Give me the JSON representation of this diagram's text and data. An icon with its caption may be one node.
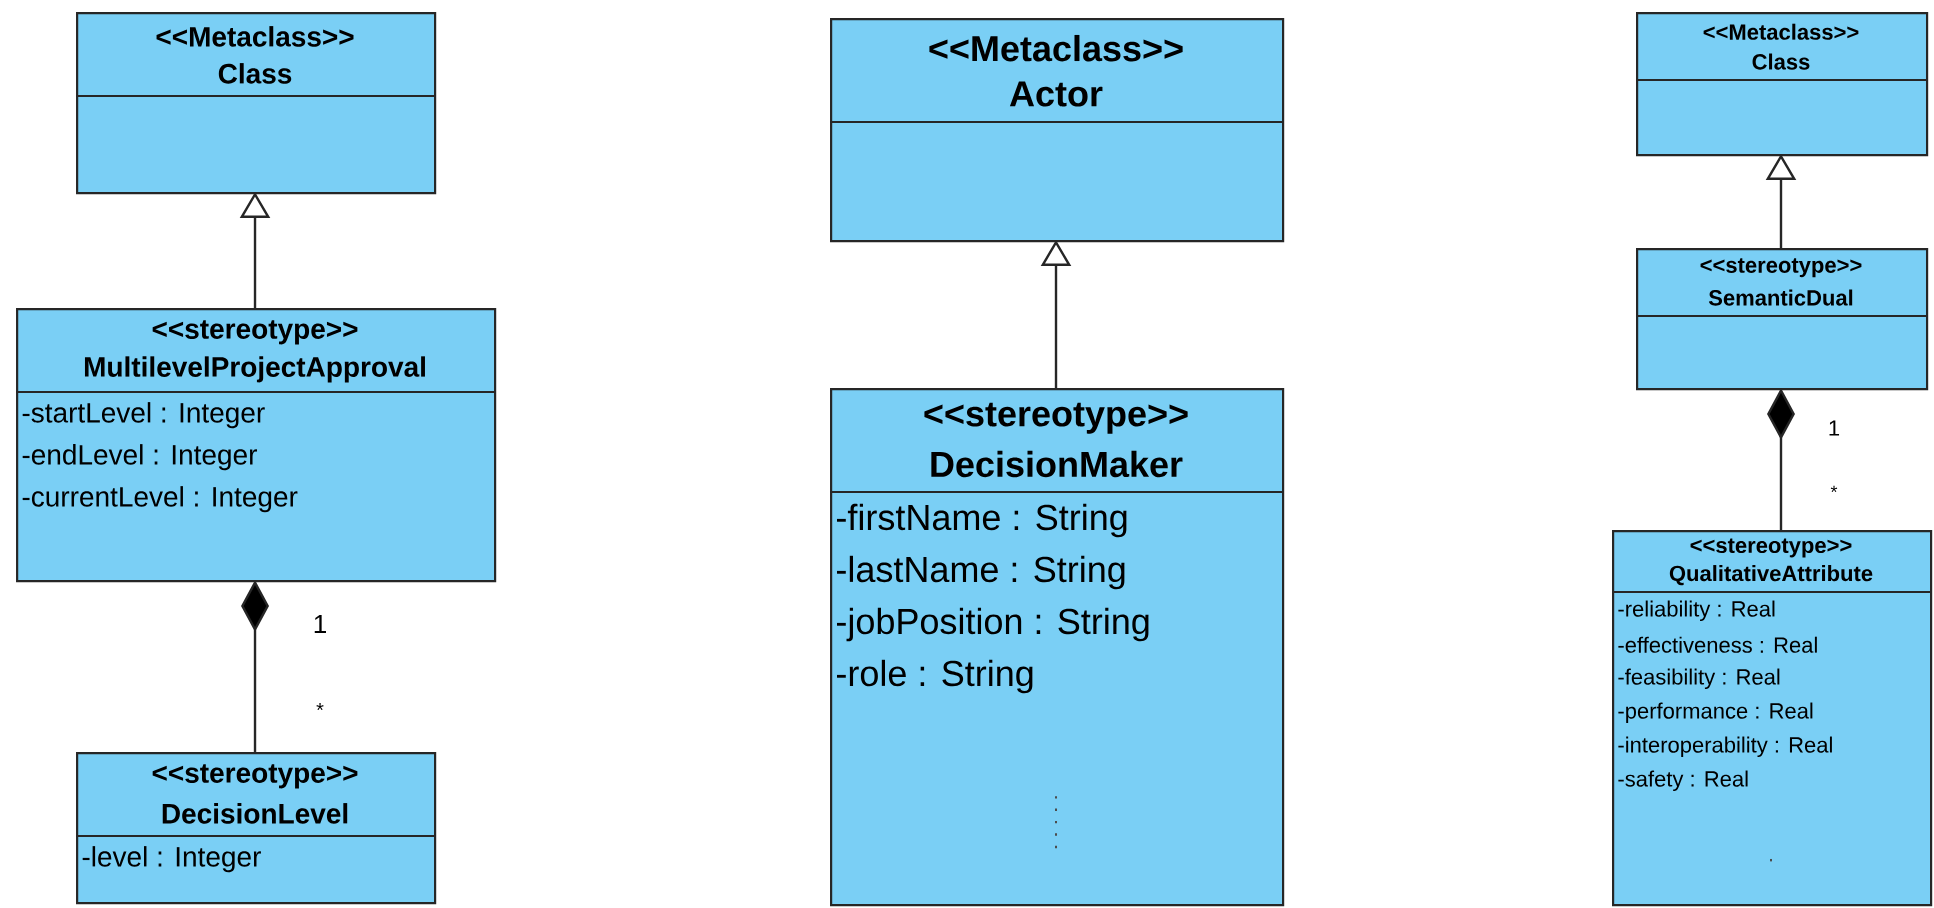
{
  "diagram": {
    "nodes": [
      {
        "text": [
          "<<Metaclass>>",
          "Class"
        ]
      },
      {
        "text": [
          "<<stereotype>>",
          "MultilevelProjectApproval",
          "-startLevel : Integer",
          "-endLevel : Integer",
          "-currentLevel : Integer"
        ]
      },
      {
        "text": [
          "<<stereotype>>",
          "DecisionLevel",
          "-level : Integer"
        ]
      },
      {
        "text": [
          "<<Metaclass>>",
          "Actor"
        ]
      },
      {
        "text": [
          "<<stereotype>>",
          "DecisionMaker",
          "-firstName : String",
          "-lastName : String",
          "-jobPosition : String",
          "-role : String"
        ]
      },
      {
        "text": [
          "<<Metaclass>>",
          "Class"
        ]
      },
      {
        "text": [
          "<<stereotype>>",
          "SemanticDual"
        ]
      },
      {
        "text": [
          "<<stereotype>>",
          "QualitativeAttribute",
          "-reliability : Real",
          "-effectiveness : Real",
          "-feasibility : Real",
          "-performance : Real",
          "-interoperability : Real",
          "-safety : Real"
        ]
      }
    ],
    "edges": [
      {
        "from": 1,
        "to": 0,
        "arrow": "to"
      },
      {
        "from": 1,
        "to": 2,
        "arrow": "other"
      },
      {
        "from": 4,
        "to": 3,
        "arrow": "to"
      },
      {
        "from": 6,
        "to": 5,
        "arrow": "to"
      },
      {
        "from": 6,
        "to": 7,
        "arrow": "other"
      }
    ],
    "labels": [
      "1",
      "*",
      "1",
      "*"
    ]
  }
}
